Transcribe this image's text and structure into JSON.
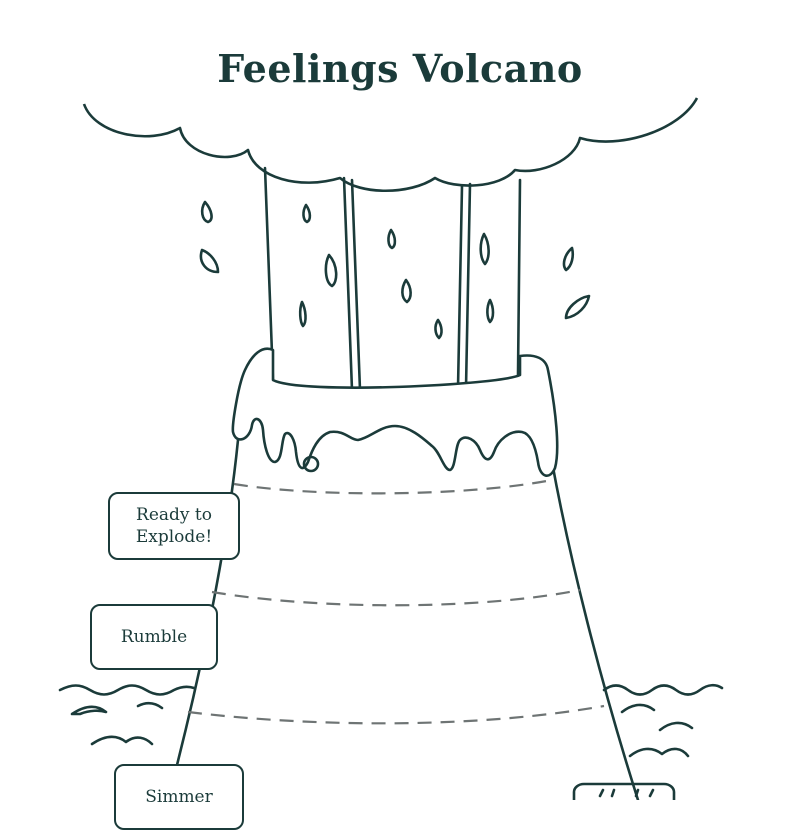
{
  "title": "Feelings Volcano",
  "levels": [
    {
      "label_line1": "Ready to",
      "label_line2": "Explode!"
    },
    {
      "label": "Rumble"
    },
    {
      "label": "Simmer"
    }
  ],
  "colors": {
    "ink": "#1b3b3a",
    "dash": "#6e7474",
    "background": "#ffffff"
  }
}
